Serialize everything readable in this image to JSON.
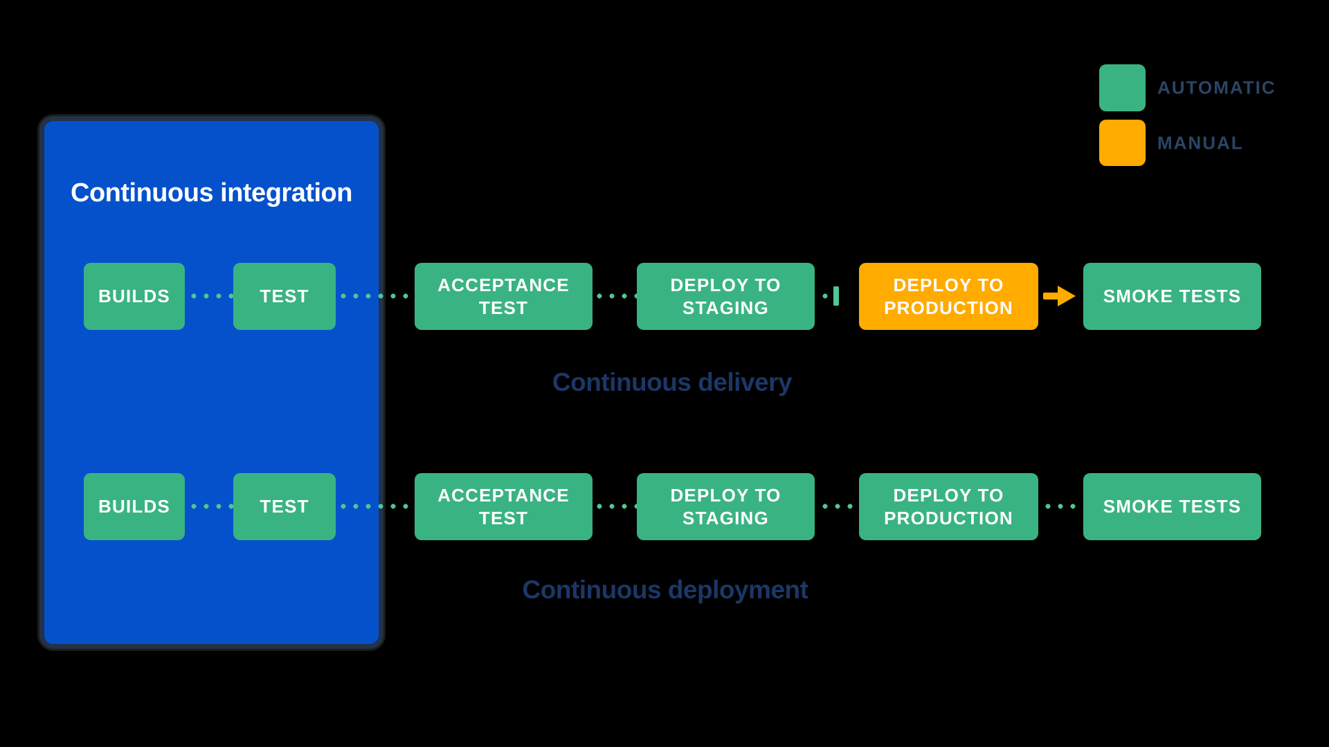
{
  "colors": {
    "background": "#000000",
    "blue": "#0551CC",
    "navy_border": "#243247",
    "automatic": "#3AB383",
    "manual": "#FFAB00",
    "dot_green": "#4FC694",
    "label_navy": "#1B3766",
    "legend_text": "#2B4566",
    "step_text": "#FFFFFF"
  },
  "legend": {
    "items": [
      {
        "type": "automatic",
        "label": "AUTOMATIC"
      },
      {
        "type": "manual",
        "label": "MANUAL"
      }
    ]
  },
  "ci": {
    "title": "Continuous integration"
  },
  "delivery_row": {
    "caption": "Continuous delivery",
    "steps": [
      {
        "label": "BUILDS",
        "mode": "automatic"
      },
      {
        "label": "TEST",
        "mode": "automatic"
      },
      {
        "label": "ACCEPTANCE TEST",
        "mode": "automatic"
      },
      {
        "label": "DEPLOY TO STAGING",
        "mode": "automatic"
      },
      {
        "label": "DEPLOY TO PRODUCTION",
        "mode": "manual"
      },
      {
        "label": "SMOKE TESTS",
        "mode": "automatic"
      }
    ]
  },
  "deployment_row": {
    "caption": "Continuous deployment",
    "steps": [
      {
        "label": "BUILDS",
        "mode": "automatic"
      },
      {
        "label": "TEST",
        "mode": "automatic"
      },
      {
        "label": "ACCEPTANCE TEST",
        "mode": "automatic"
      },
      {
        "label": "DEPLOY TO STAGING",
        "mode": "automatic"
      },
      {
        "label": "DEPLOY TO PRODUCTION",
        "mode": "automatic"
      },
      {
        "label": "SMOKE TESTS",
        "mode": "automatic"
      }
    ]
  }
}
